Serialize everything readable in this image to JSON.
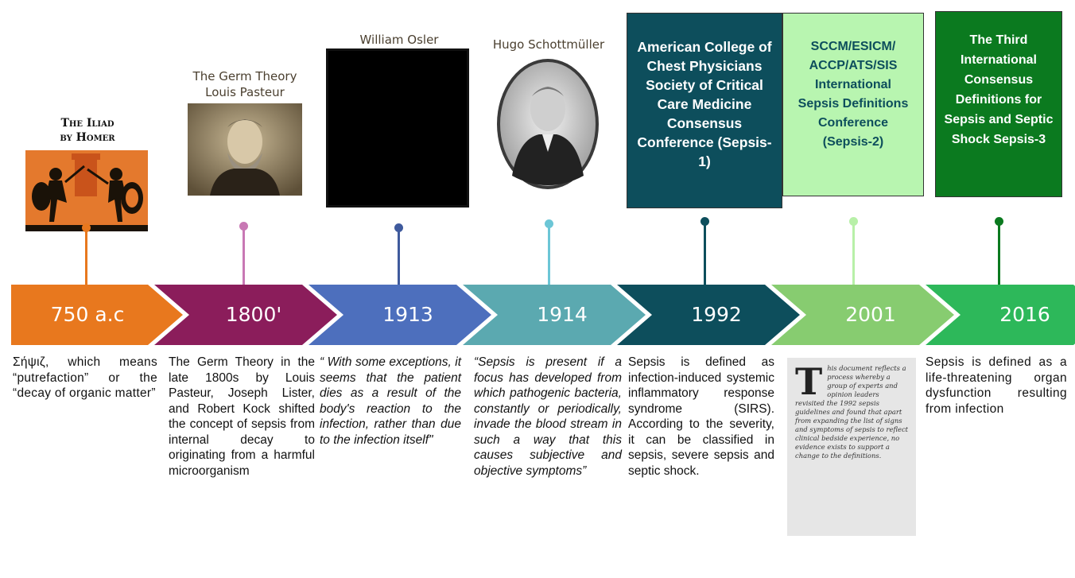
{
  "eras": [
    {
      "year": "750 a.c",
      "color": "#e8781e"
    },
    {
      "year": "1800'",
      "color": "#8b1d5b"
    },
    {
      "year": "1913",
      "color": "#4d6fbd"
    },
    {
      "year": "1914",
      "color": "#5ba9b0"
    },
    {
      "year": "1992",
      "color": "#0d4e5c"
    },
    {
      "year": "2001",
      "color": "#87cc70"
    },
    {
      "year": "2016",
      "color": "#2db85a"
    }
  ],
  "stem_colors": [
    "#e8781e",
    "#c878b4",
    "#3f5a9d",
    "#6cc6d6",
    "#0d4e5c",
    "#b8f0a8",
    "#0b7a1f"
  ],
  "top": {
    "iliad_line1": "The Iliad",
    "iliad_line2": "by Homer",
    "germ_line1": "The Germ Theory",
    "germ_line2": "Louis Pasteur",
    "osler": "William Osler",
    "schott": "Hugo Schottmüller",
    "sepsis1": "American College of Chest Physicians Society of Critical Care Medicine Consensus Conference (Sepsis-1)",
    "sepsis2": "SCCM/ESICM/ ACCP/ATS/SIS International Sepsis Definitions Conference (Sepsis-2)",
    "sepsis3": "The Third International Consensus Definitions for Sepsis and Septic Shock Sepsis-3"
  },
  "box_colors": {
    "sepsis1_bg": "#0d4e5c",
    "sepsis2_bg": "#b8f5b0",
    "sepsis2_text": "#0d4e5c",
    "sepsis3_bg": "#0b7a1f"
  },
  "descriptions": {
    "d750": "Σήψιζ, which means “putrefaction” or the “decay of organic matter”",
    "d1800": "The Germ Theory in the late 1800s by Louis Pasteur, Joseph Lister, and Robert Kock shifted the concept of sepsis from internal decay to originating from a harmful microorganism",
    "d1913": "“ With some exceptions, it seems that the patient dies as a result of the body's reaction to the infection, rather than due to the infection itself\"",
    "d1914": "“Sepsis is present if a focus has developed from which pathogenic bacteria, constantly or periodically, invade the blood stream in such a way that this causes subjective and objective symptoms”",
    "d1992": "Sepsis is defined as infection-induced systemic inflammatory response syndrome (SIRS). According to the severity, it can be classified in sepsis, severe sepsis and septic shock.",
    "d2001_dropcap": "T",
    "d2001_text": "his document reflects a process whereby a group of experts and opinion leaders revisited the 1992 sepsis guidelines and found that apart from expanding the list of signs and symptoms of sepsis to reflect clinical bedside experience, no evidence exists to support a change to the definitions.",
    "d2016": "Sepsis is defined as a life-threatening organ dysfunction resulting from infection"
  }
}
